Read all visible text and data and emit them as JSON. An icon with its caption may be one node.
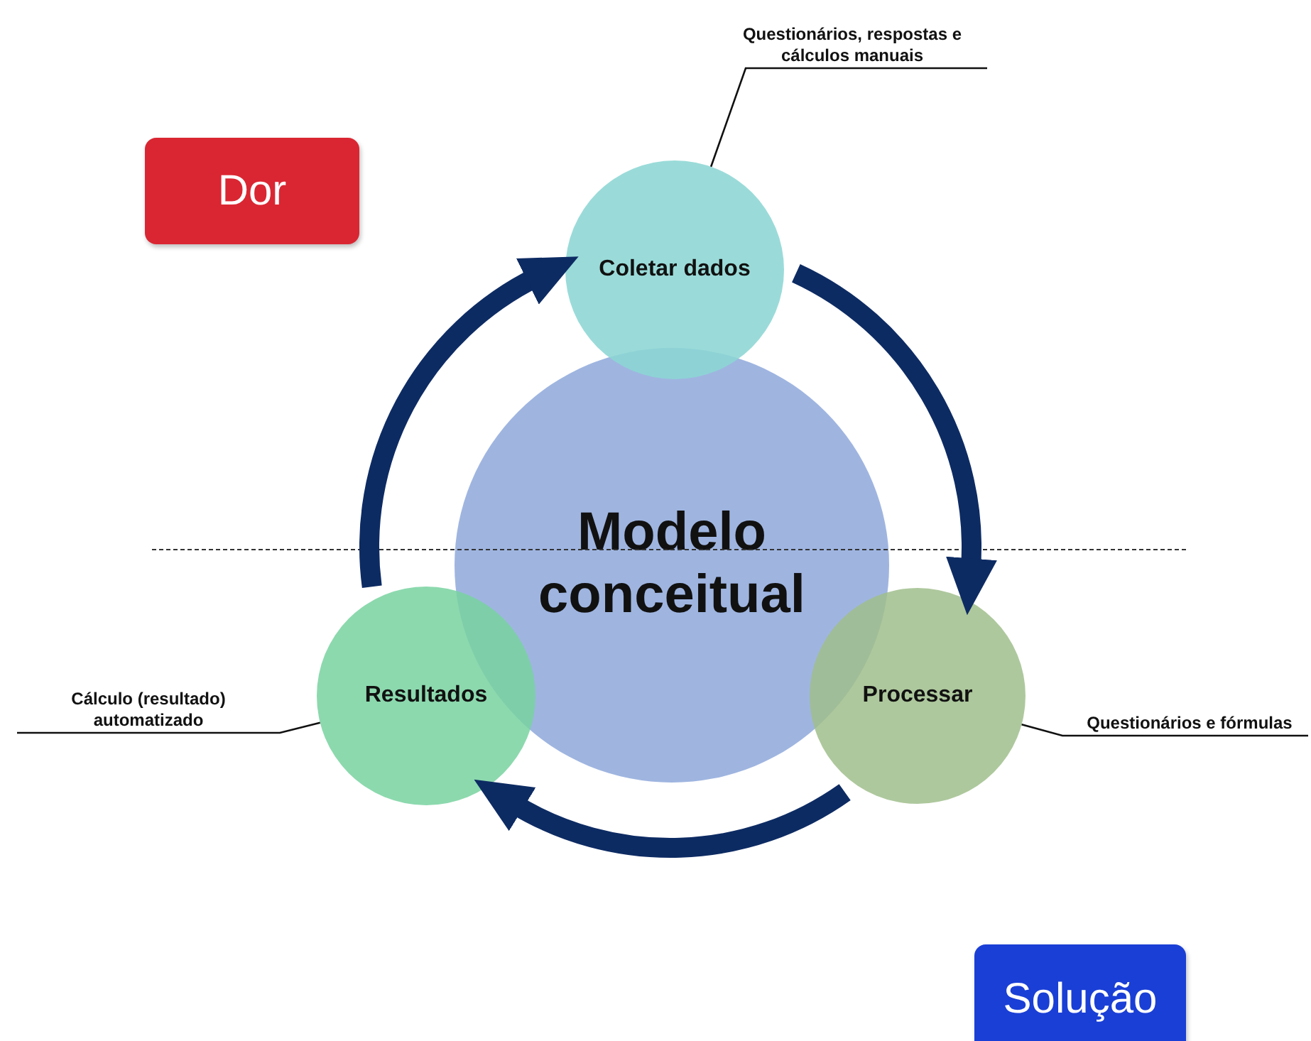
{
  "diagram": {
    "nodes": [
      {
        "text": [
          "Dor"
        ]
      },
      {
        "text": [
          "Modelo conceitual"
        ]
      },
      {
        "text": [
          "Coletar dados"
        ]
      },
      {
        "text": [
          "Processar"
        ]
      },
      {
        "text": [
          "Resultados"
        ]
      },
      {
        "text": [
          "Questionários, respostas e cálculos manuais"
        ]
      },
      {
        "text": [
          "Questionários e fórmulas"
        ]
      },
      {
        "text": [
          "Cálculo (resultado) automatizado"
        ]
      },
      {
        "text": [
          "Solução"
        ]
      }
    ],
    "edges": [
      {
        "from": 2,
        "to": 3,
        "arrow": "to",
        "style": "thick"
      },
      {
        "from": 3,
        "to": 4,
        "arrow": "to",
        "style": "thick"
      },
      {
        "from": 4,
        "to": 2,
        "arrow": "to",
        "style": "thick"
      },
      {
        "from": 5,
        "to": 2,
        "arrow": "none",
        "color": "#111111"
      },
      {
        "from": 6,
        "to": 3,
        "arrow": "none",
        "color": "#111111"
      },
      {
        "from": 7,
        "to": 4,
        "arrow": "none",
        "color": "#111111"
      }
    ]
  }
}
